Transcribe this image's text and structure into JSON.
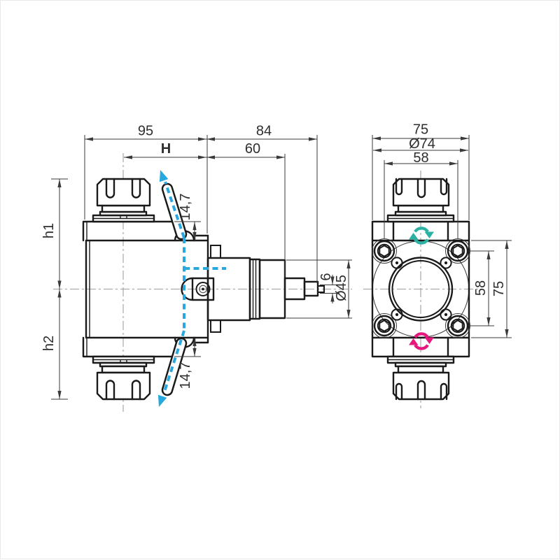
{
  "colors": {
    "coolant": "#29a8e0",
    "rotation_top": "#2bb2a3",
    "rotation_bottom": "#e6187d",
    "line": "#1a1a1a",
    "dim": "#3a3a3a",
    "centerline": "#9b9fa3"
  },
  "side_view": {
    "dim_total_width": "95",
    "dim_shank_length": "84",
    "dim_offset_h": "H",
    "dim_face_to_shoulder": "60",
    "dim_upper_height": "h1",
    "dim_lower_height": "h2",
    "dim_upper_nozzle": "14,7",
    "dim_lower_nozzle": "14,7",
    "dim_pin_diameter": "6",
    "dim_spindle_diameter": "Ø45"
  },
  "front_view": {
    "dim_body_width": "75",
    "dim_flange_diameter": "Ø74",
    "dim_bolt_spacing_top": "58",
    "dim_bolt_spacing_side": "58",
    "dim_body_height": "75"
  },
  "icons": {
    "coolant_up": "coolant-flow-up-arrow",
    "coolant_down": "coolant-flow-down-arrow",
    "rotation_top": "rotation-arrows-teal",
    "rotation_bottom": "rotation-arrows-magenta"
  }
}
